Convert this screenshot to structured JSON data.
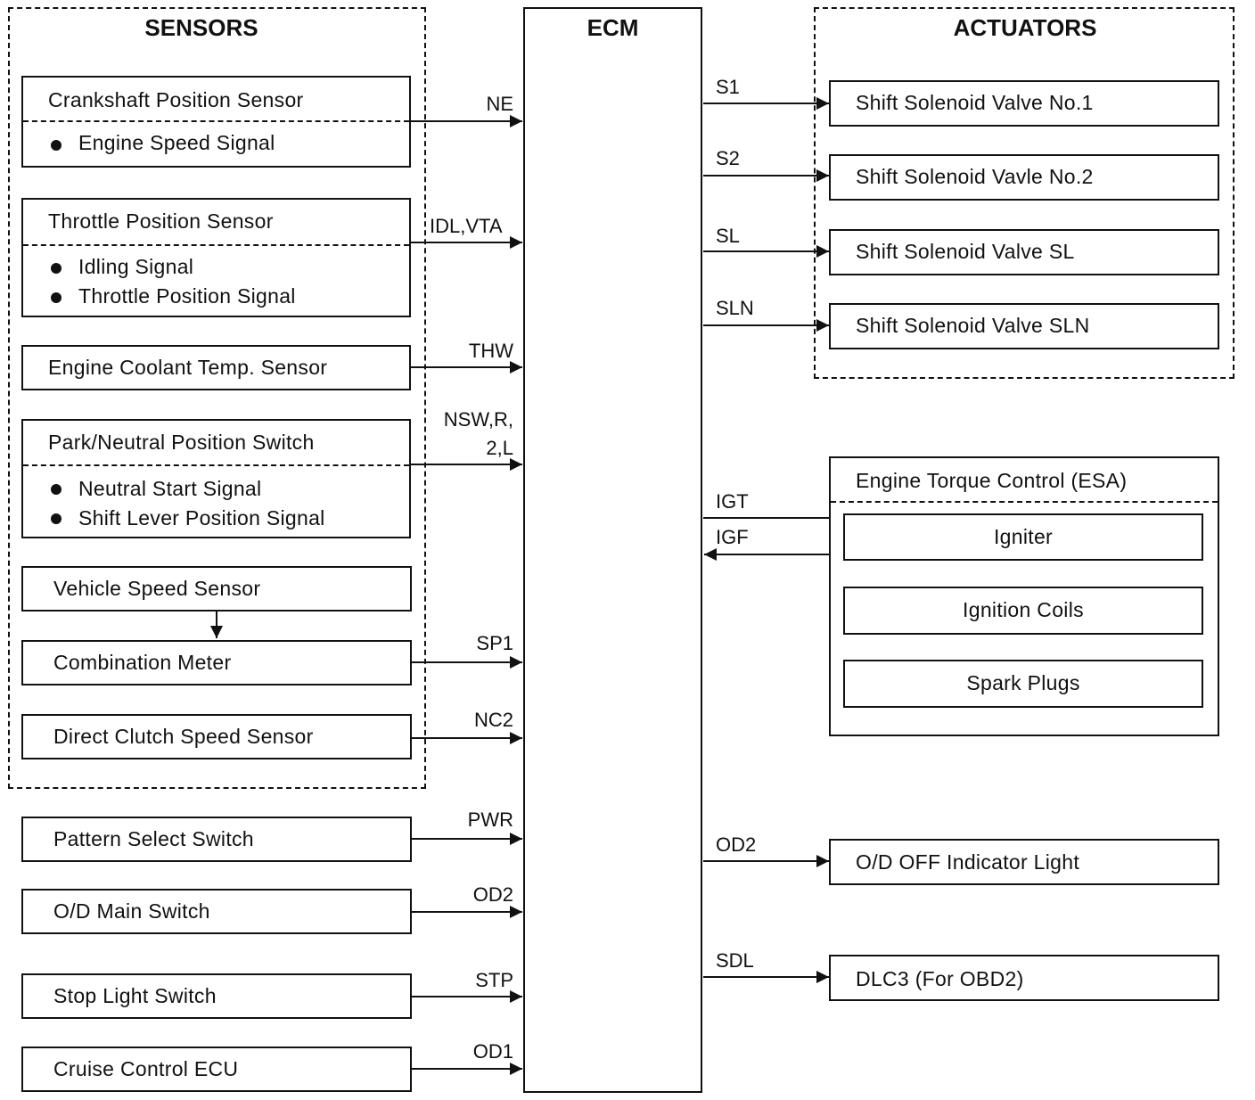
{
  "groups": {
    "sensors": "SENSORS",
    "ecm": "ECM",
    "actuators": "ACTUATORS"
  },
  "sensors": {
    "crankshaft": {
      "title": "Crankshaft Position Sensor",
      "signals": [
        "Engine Speed Signal"
      ],
      "line": "NE"
    },
    "throttle": {
      "title": "Throttle Position Sensor",
      "signals": [
        "Idling Signal",
        "Throttle Position Signal"
      ],
      "line": "IDL,VTA"
    },
    "coolant": {
      "title": "Engine Coolant Temp. Sensor",
      "line": "THW"
    },
    "park_neutral": {
      "title": "Park/Neutral Position Switch",
      "signals": [
        "Neutral Start Signal",
        "Shift Lever Position Signal"
      ],
      "line_1": "NSW,R,",
      "line_2": "2,L"
    },
    "vehicle_speed": {
      "title": "Vehicle Speed Sensor"
    },
    "combination": {
      "title": "Combination Meter",
      "line": "SP1"
    },
    "direct_clutch": {
      "title": "Direct Clutch Speed Sensor",
      "line": "NC2"
    }
  },
  "switches": {
    "pattern": {
      "title": "Pattern Select Switch",
      "line": "PWR"
    },
    "od_main": {
      "title": "O/D Main Switch",
      "line": "OD2"
    },
    "stop_light": {
      "title": "Stop Light Switch",
      "line": "STP"
    },
    "cruise": {
      "title": "Cruise Control ECU",
      "line": "OD1"
    }
  },
  "actuators": {
    "s1": {
      "line": "S1",
      "title": "Shift Solenoid Valve No.1"
    },
    "s2": {
      "line": "S2",
      "title": "Shift Solenoid Vavle No.2"
    },
    "sl": {
      "line": "SL",
      "title": "Shift Solenoid Valve SL"
    },
    "sln": {
      "line": "SLN",
      "title": "Shift Solenoid Valve SLN"
    }
  },
  "esa": {
    "title": "Engine Torque Control (ESA)",
    "igt": "IGT",
    "igf": "IGF",
    "igniter": "Igniter",
    "coils": "Ignition Coils",
    "plugs": "Spark Plugs"
  },
  "outputs": {
    "od_off": {
      "line": "OD2",
      "title": "O/D OFF Indicator Light"
    },
    "dlc3": {
      "line": "SDL",
      "title": "DLC3 (For OBD2)"
    }
  }
}
